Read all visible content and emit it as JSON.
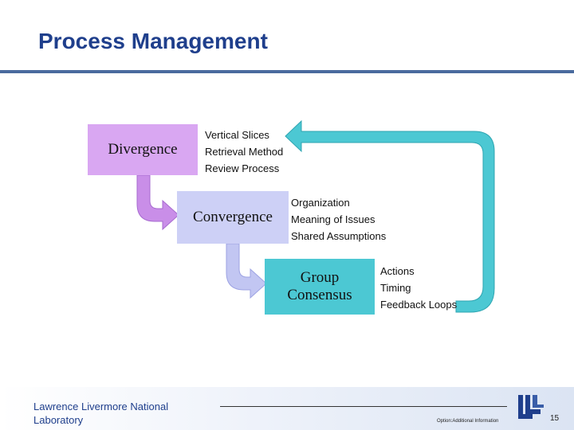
{
  "slide": {
    "title": "Process Management",
    "page_number": "15"
  },
  "diagram": {
    "stages": [
      {
        "label": "Divergence",
        "color": "#d9a7f2",
        "items": [
          "Vertical Slices",
          "Retrieval Method",
          "Review Process"
        ]
      },
      {
        "label": "Convergence",
        "color": "#cdd0f6",
        "items": [
          "Organization",
          "Meaning of Issues",
          "Shared Assumptions"
        ]
      },
      {
        "label": "Group Consensus",
        "color": "#4cc8d3",
        "items": [
          "Actions",
          "Timing",
          "Feedback Loops"
        ]
      }
    ],
    "feedback_arrow_color": "#4cc8d3"
  },
  "footer": {
    "lab_name": "Lawrence Livermore National Laboratory",
    "note": "Option:Additional Information",
    "logo": "llnl-logo"
  },
  "colors": {
    "title": "#1f3f8c",
    "title_rule": "#4a6b9e"
  }
}
